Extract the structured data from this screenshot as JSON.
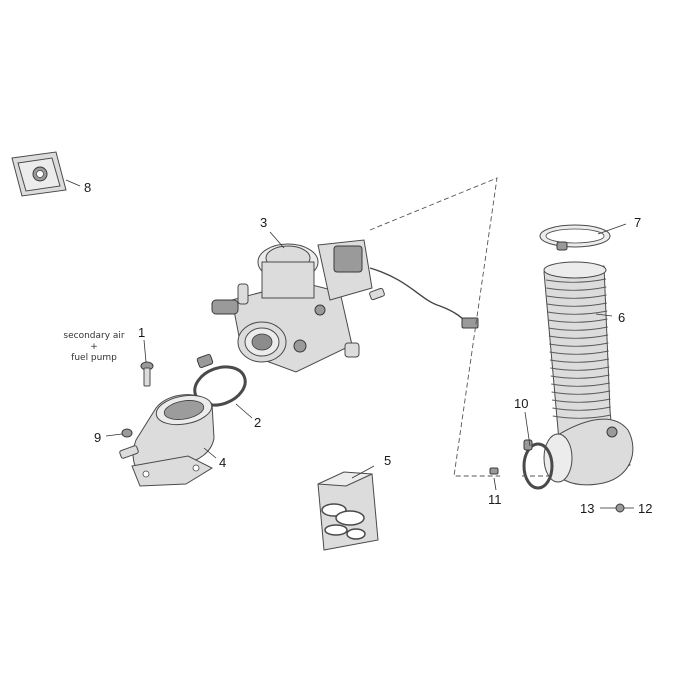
{
  "callouts": {
    "c1": "1",
    "c2": "2",
    "c3": "3",
    "c4": "4",
    "c5": "5",
    "c6": "6",
    "c7": "7",
    "c8": "8",
    "c9": "9",
    "c10": "10",
    "c11": "11",
    "c12": "12",
    "c13": "13"
  },
  "note": {
    "line1": "secondary air",
    "line2": "+",
    "line3": "fuel pump"
  },
  "colors": {
    "part_fill": "#dcdcdc",
    "part_outline": "#4a4a4a",
    "background": "#ffffff"
  }
}
